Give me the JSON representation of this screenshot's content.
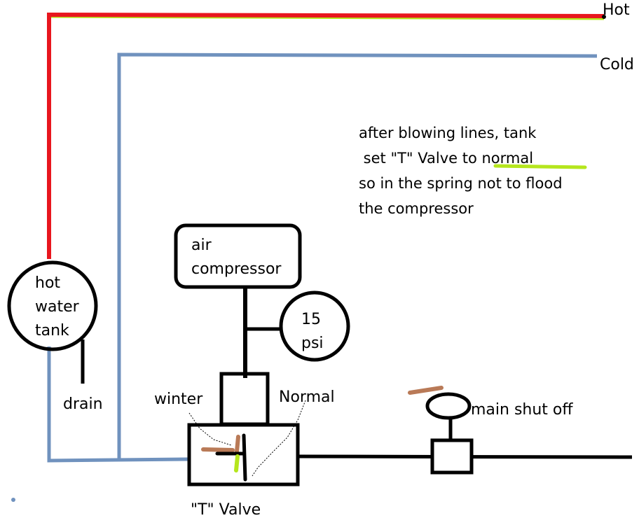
{
  "labels": {
    "hot": "Hot",
    "cold": "Cold",
    "tank": [
      "hot",
      "water",
      "tank"
    ],
    "drain": "drain",
    "compressor": [
      "air",
      "compressor"
    ],
    "gauge": [
      "15",
      "psi"
    ],
    "winter": "winter",
    "normal": "Normal",
    "t_valve": "\"T\" Valve",
    "main_shut_off": "main shut off"
  },
  "note": {
    "line1": "after blowing lines, tank",
    "line2_pre": " set \"T\" Valve to ",
    "line2_highlight": "normal",
    "line3": "so in the spring not to flood",
    "line4": "the compressor"
  },
  "colors": {
    "hot": "#e8161e",
    "cold": "#7092be",
    "brown": "#b97a57",
    "green": "#b5e61d"
  }
}
